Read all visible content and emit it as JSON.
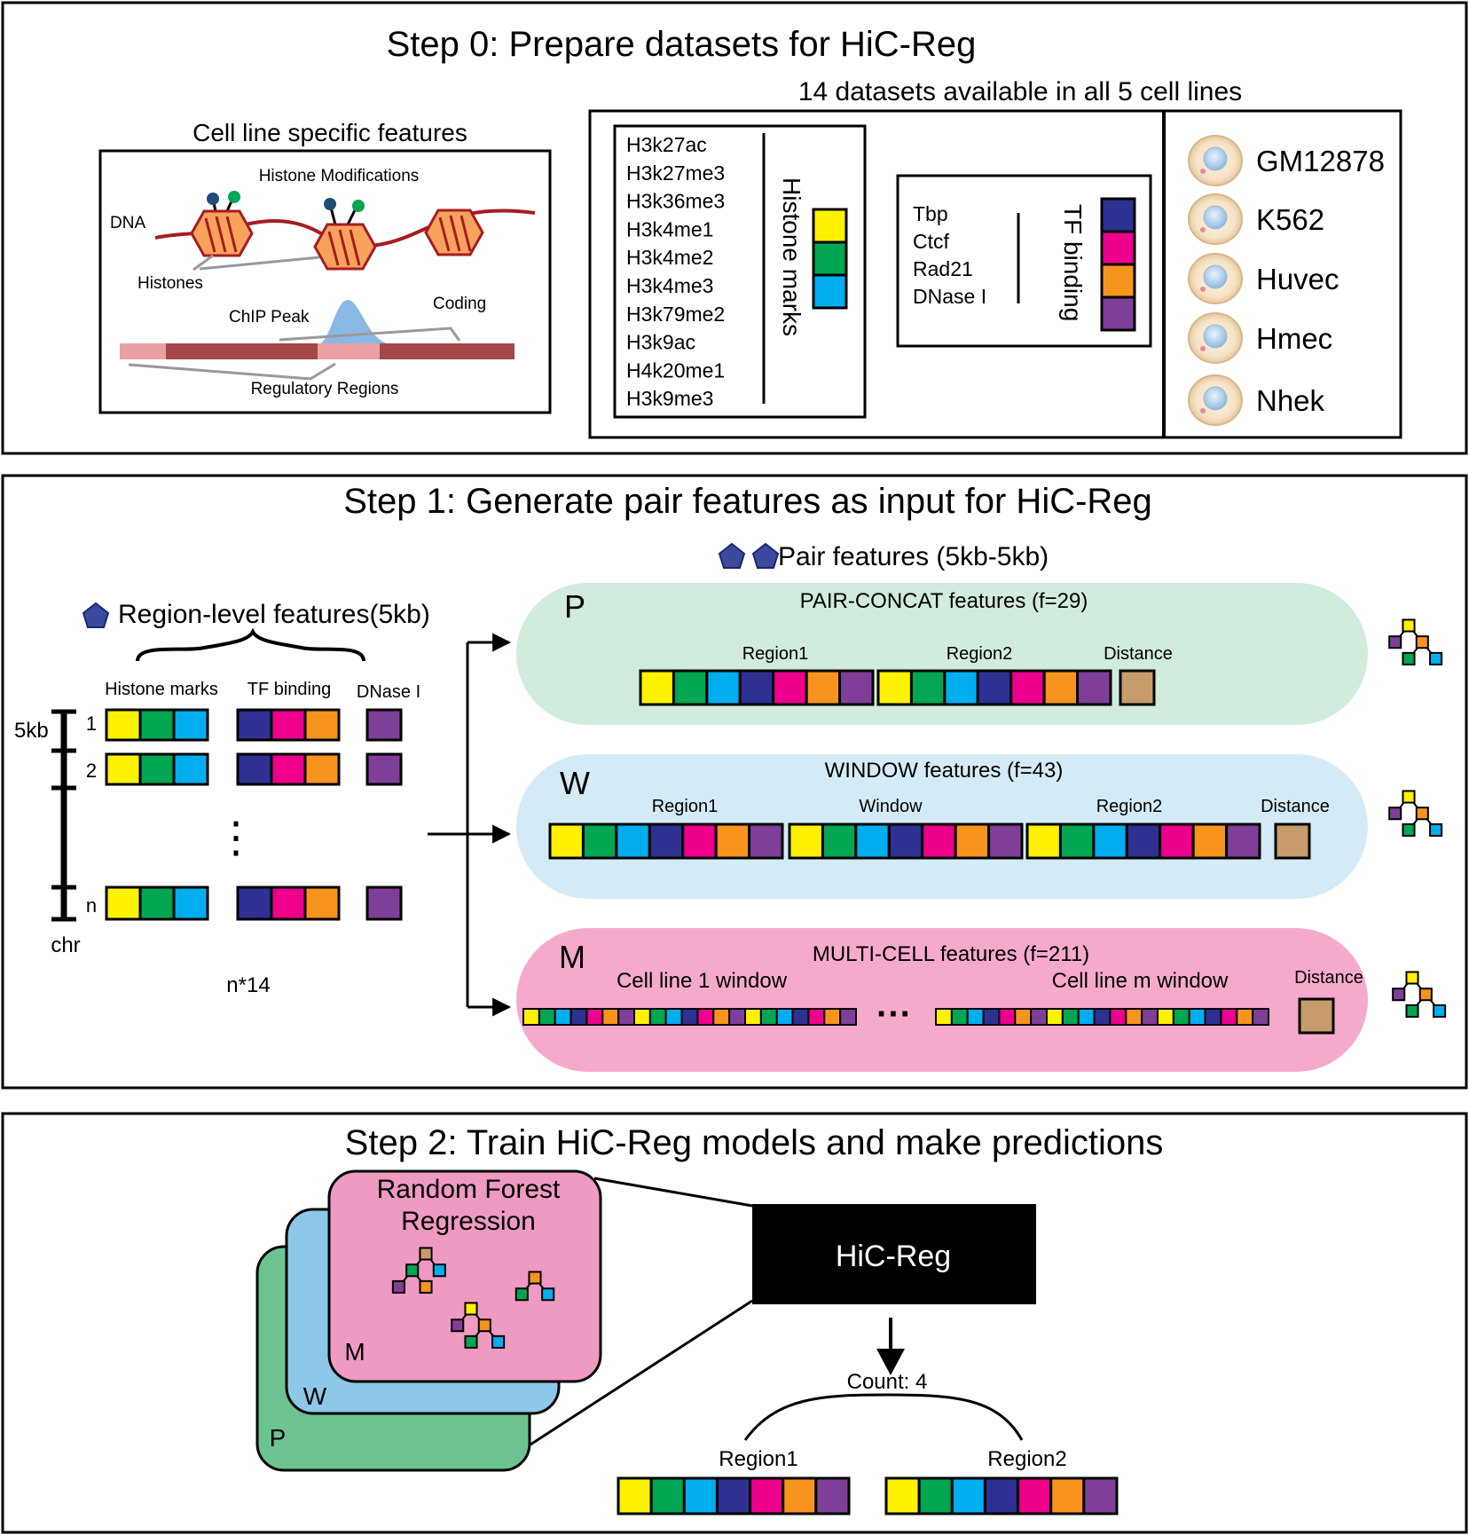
{
  "colors": {
    "yellow": "#fff200",
    "green": "#00a651",
    "cyan": "#00aeef",
    "navy": "#2e3192",
    "magenta": "#ec008c",
    "orange": "#f7941d",
    "purple": "#7f3f98",
    "tan": "#c69c6d",
    "pair_bg": "#d1ebdc",
    "window_bg": "#d4ebf7",
    "multi_bg": "#f5aacc",
    "rf_pink": "#ee9ac2",
    "rf_blue": "#8ec8e8",
    "rf_green": "#6cc391",
    "dna_red": "#a51d23",
    "histone_orange": "#f7a35c",
    "peak_blue": "#8ab8e4"
  },
  "step0": {
    "title": "Step 0: Prepare datasets for HiC-Reg",
    "cell_features": {
      "heading": "Cell line specific features",
      "histone_mods": "Histone Modifications",
      "dna": "DNA",
      "histones": "Histones",
      "chip_peak": "ChIP Peak",
      "coding": "Coding",
      "regulatory": "Regulatory Regions"
    },
    "datasets_heading": "14 datasets available in all 5 cell lines",
    "histone_marks": [
      "H3k27ac",
      "H3k27me3",
      "H3k36me3",
      "H3k4me1",
      "H3k4me2",
      "H3k4me3",
      "H3k79me2",
      "H3k9ac",
      "H4k20me1",
      "H3k9me3"
    ],
    "histone_marks_label": "Histone marks",
    "tf_list": [
      "Tbp",
      "Ctcf",
      "Rad21",
      "DNase I"
    ],
    "tf_label": "TF binding",
    "cell_lines": [
      "GM12878",
      "K562",
      "Huvec",
      "Hmec",
      "Nhek"
    ]
  },
  "step1": {
    "title": "Step 1: Generate pair features as input for HiC-Reg",
    "region_heading": "Region-level features(5kb)",
    "col_histone": "Histone marks",
    "col_tf": "TF binding",
    "col_dnase": "DNase I",
    "scale_label": "5kb",
    "rows": [
      "1",
      "2",
      "n"
    ],
    "ellipsis": "⋮",
    "chr": "chr",
    "total": "n*14",
    "pair_heading": "Pair  features (5kb-5kb)",
    "pair": {
      "letter": "P",
      "title": "PAIR-CONCAT features (f=29)",
      "labels": [
        "Region1",
        "Region2",
        "Distance"
      ]
    },
    "window": {
      "letter": "W",
      "title": "WINDOW features (f=43)",
      "labels": [
        "Region1",
        "Window",
        "Region2",
        "Distance"
      ]
    },
    "multi": {
      "letter": "M",
      "title": "MULTI-CELL features (f=211)",
      "labels": [
        "Cell line 1 window",
        "Cell line m window",
        "Distance"
      ],
      "dots": "···"
    }
  },
  "step2": {
    "title": "Step 2: Train HiC-Reg models and make predictions",
    "rf_title_1": "Random Forest",
    "rf_title_2": "Regression",
    "card_letters": [
      "M",
      "W",
      "P"
    ],
    "model": "HiC-Reg",
    "count": "Count: 4",
    "region1": "Region1",
    "region2": "Region2"
  }
}
